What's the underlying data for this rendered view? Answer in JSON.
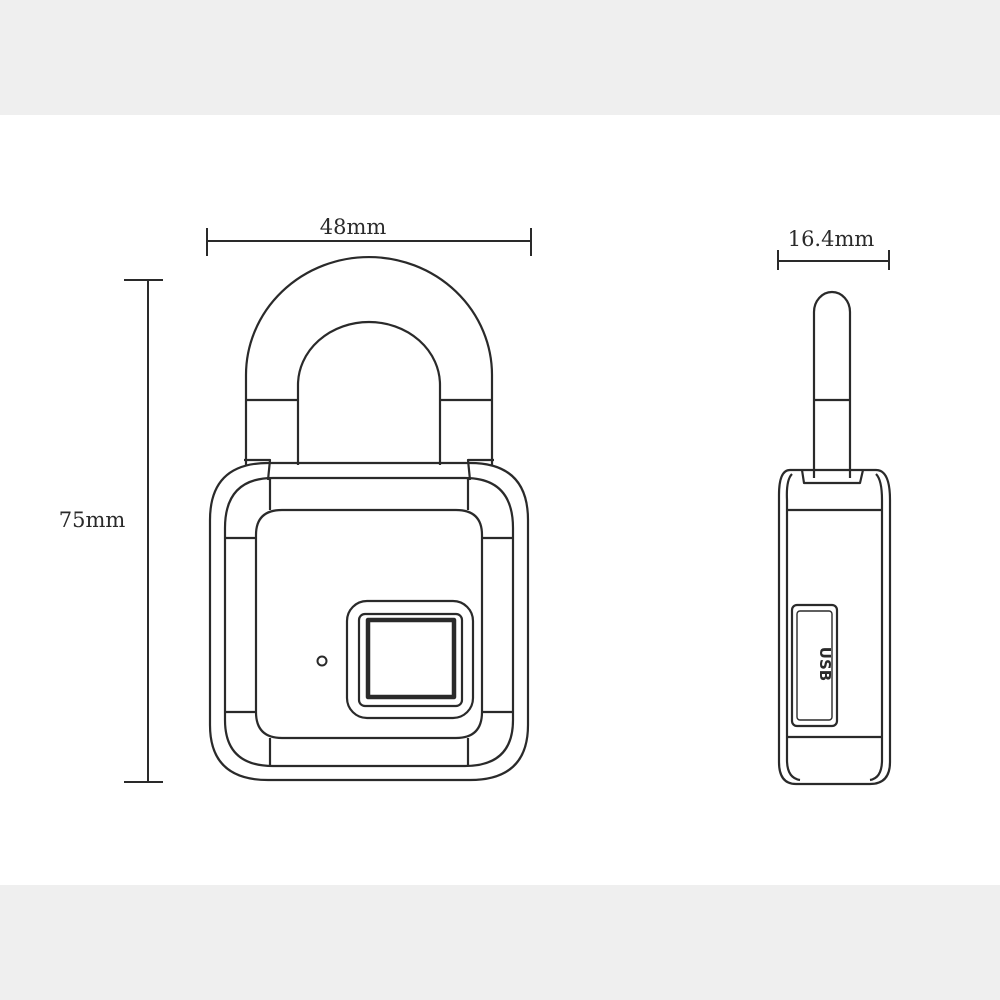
{
  "colors": {
    "band": "#efefef",
    "line": "#2a2a2a",
    "background": "#ffffff"
  },
  "dimensions": {
    "width": "48mm",
    "height": "75mm",
    "depth": "16.4mm"
  },
  "side_view": {
    "port_label": "USB"
  }
}
